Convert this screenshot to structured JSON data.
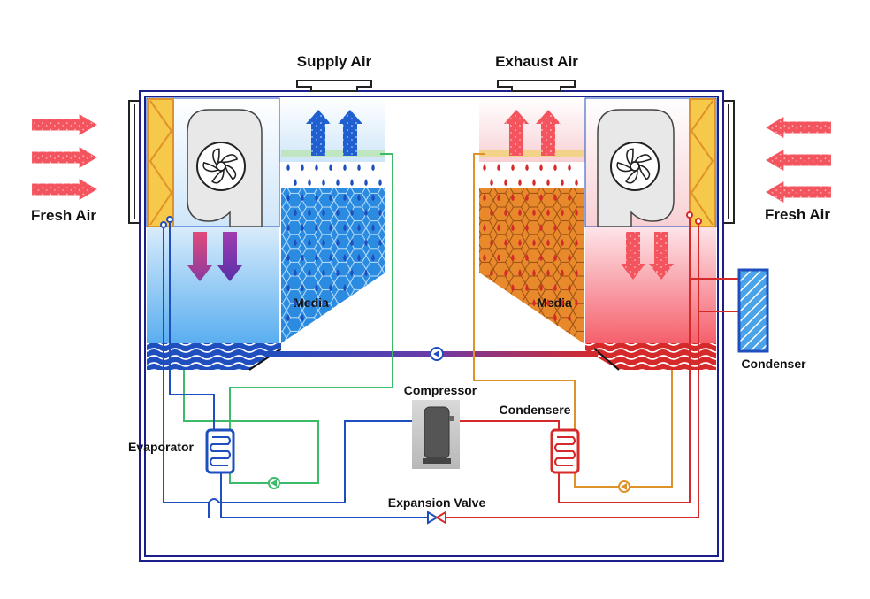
{
  "labels": {
    "supply_air": "Supply Air",
    "exhaust_air": "Exhaust Air",
    "fresh_air_left": "Fresh Air",
    "fresh_air_right": "Fresh Air",
    "media_left": "Media",
    "media_right": "Media",
    "compressor": "Compressor",
    "condensere": "Condensere",
    "evaporator": "Evaporator",
    "expansion_valve": "Expansion Valve",
    "condenser": "Condenser"
  },
  "colors": {
    "housing": "#1a1f8c",
    "cold_blue": "#1f4fbf",
    "hot_red": "#d62a2a",
    "green_pipe": "#3dbb6a",
    "orange_pipe": "#e0922a",
    "filter_yellow": "#f7c94b",
    "fan_grey": "#e6e6e6",
    "air_arrow_red": "#f4545e"
  }
}
